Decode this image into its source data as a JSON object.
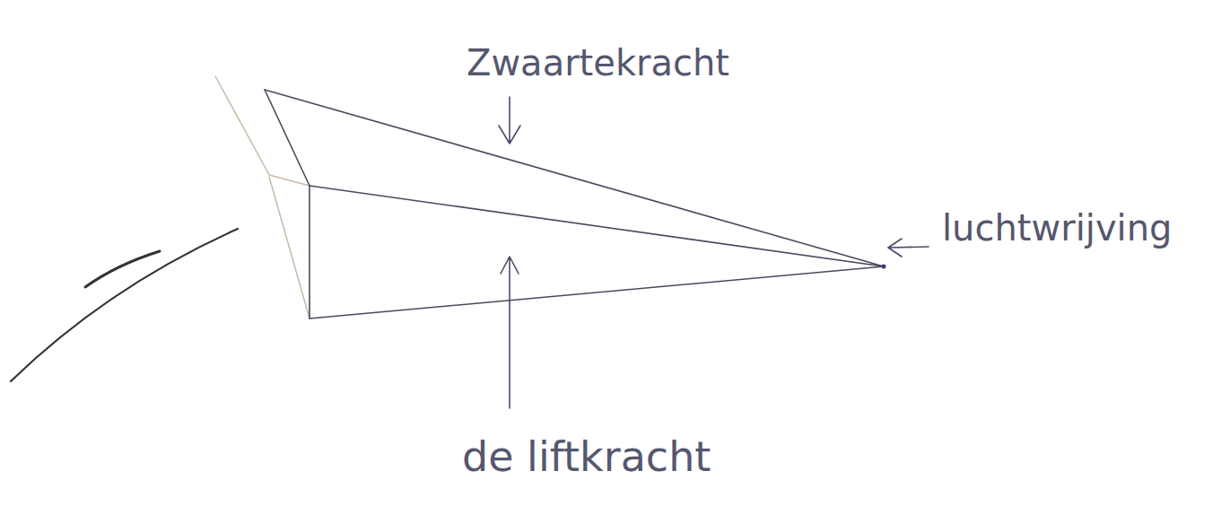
{
  "diagram": {
    "labels": [
      "Zwaartekracht",
      "luchtwrijving",
      "de liftkracht"
    ]
  }
}
